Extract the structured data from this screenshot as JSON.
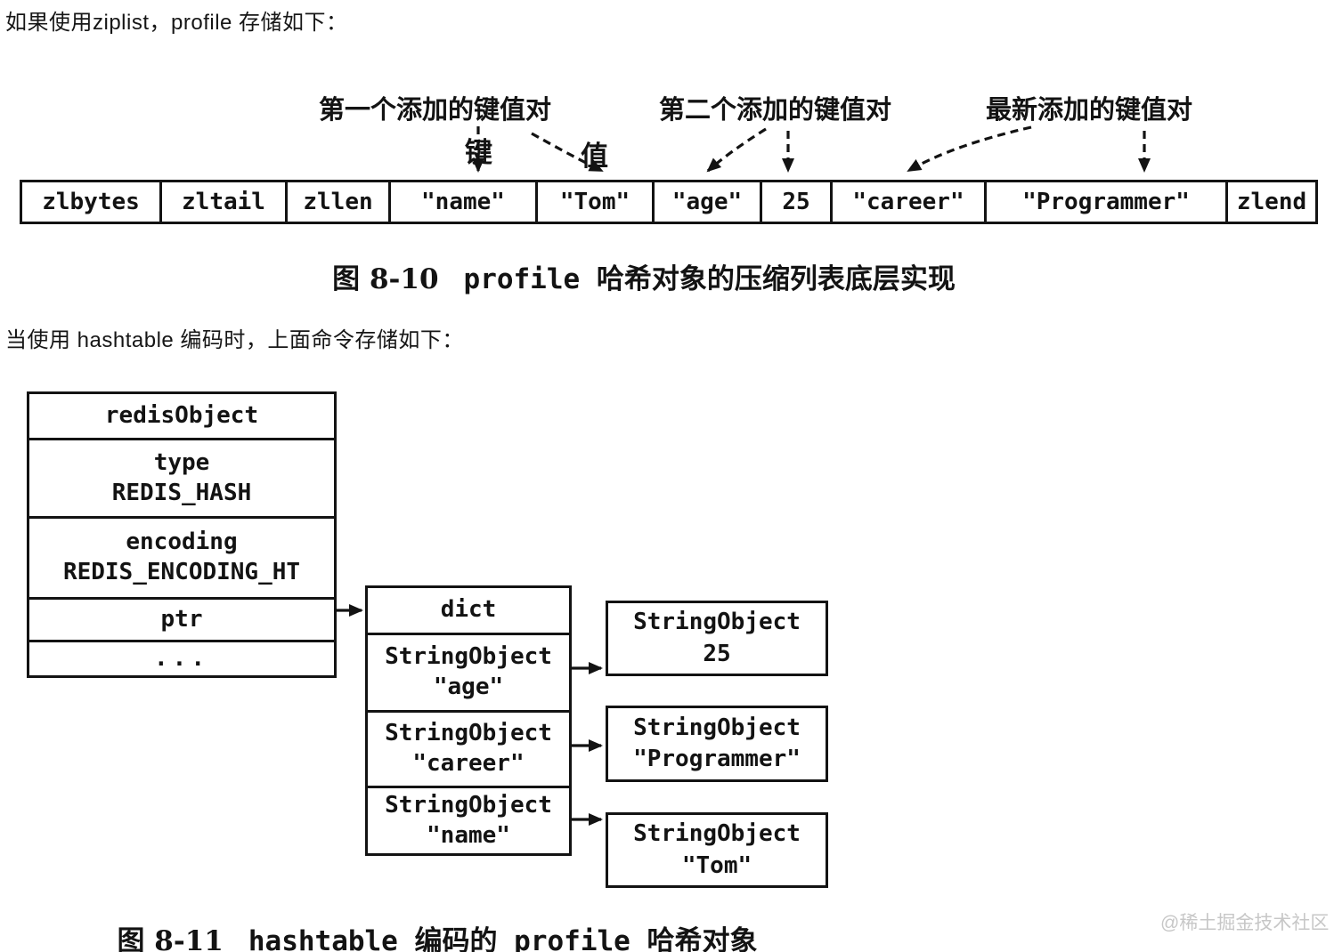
{
  "page": {
    "intro_ziplist": "如果使用ziplist，profile 存储如下：",
    "intro_hashtable": "当使用 hashtable 编码时，上面命令存储如下：",
    "watermark": "@稀土掘金技术社区"
  },
  "ziplist_diagram": {
    "annotations": {
      "first_pair": "第一个添加的键值对",
      "second_pair": "第二个添加的键值对",
      "newest_pair": "最新添加的键值对",
      "key_label": "键",
      "value_label": "值"
    },
    "cells": [
      "zlbytes",
      "zltail",
      "zllen",
      "\"name\"",
      "\"Tom\"",
      "\"age\"",
      "25",
      "\"career\"",
      "\"Programmer\"",
      "zlend"
    ],
    "caption": {
      "num": "图 8-10",
      "text": "profile 哈希对象的压缩列表底层实现"
    }
  },
  "hashtable_diagram": {
    "redis_object": {
      "title": "redisObject",
      "type_label": "type",
      "type_value": "REDIS_HASH",
      "encoding_label": "encoding",
      "encoding_value": "REDIS_ENCODING_HT",
      "ptr_label": "ptr",
      "ellipsis": "..."
    },
    "dict": {
      "title": "dict",
      "entries": [
        {
          "line1": "StringObject",
          "line2": "\"age\""
        },
        {
          "line1": "StringObject",
          "line2": "\"career\""
        },
        {
          "line1": "StringObject",
          "line2": "\"name\""
        }
      ]
    },
    "values": [
      {
        "line1": "StringObject",
        "line2": "25"
      },
      {
        "line1": "StringObject",
        "line2": "\"Programmer\""
      },
      {
        "line1": "StringObject",
        "line2": "\"Tom\""
      }
    ],
    "caption": {
      "num": "图 8-11",
      "text": "hashtable 编码的 profile 哈希对象"
    }
  }
}
